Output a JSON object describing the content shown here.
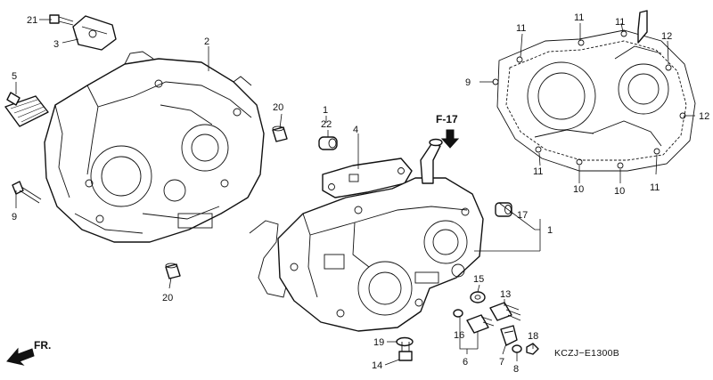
{
  "diagram": {
    "code": "KCZJ−E1300B",
    "front_label": "FR.",
    "reference_label": "F-17",
    "callouts": [
      "21",
      "3",
      "2",
      "5",
      "9",
      "20",
      "20",
      "1",
      "22",
      "4",
      "17",
      "1",
      "15",
      "13",
      "16",
      "6",
      "7",
      "8",
      "18",
      "19",
      "14",
      "11",
      "11",
      "11",
      "12",
      "9",
      "12",
      "11",
      "10",
      "10",
      "11"
    ]
  },
  "icons": {
    "front_arrow": "front-arrow-icon",
    "reference_arrow": "reference-arrow-icon"
  }
}
